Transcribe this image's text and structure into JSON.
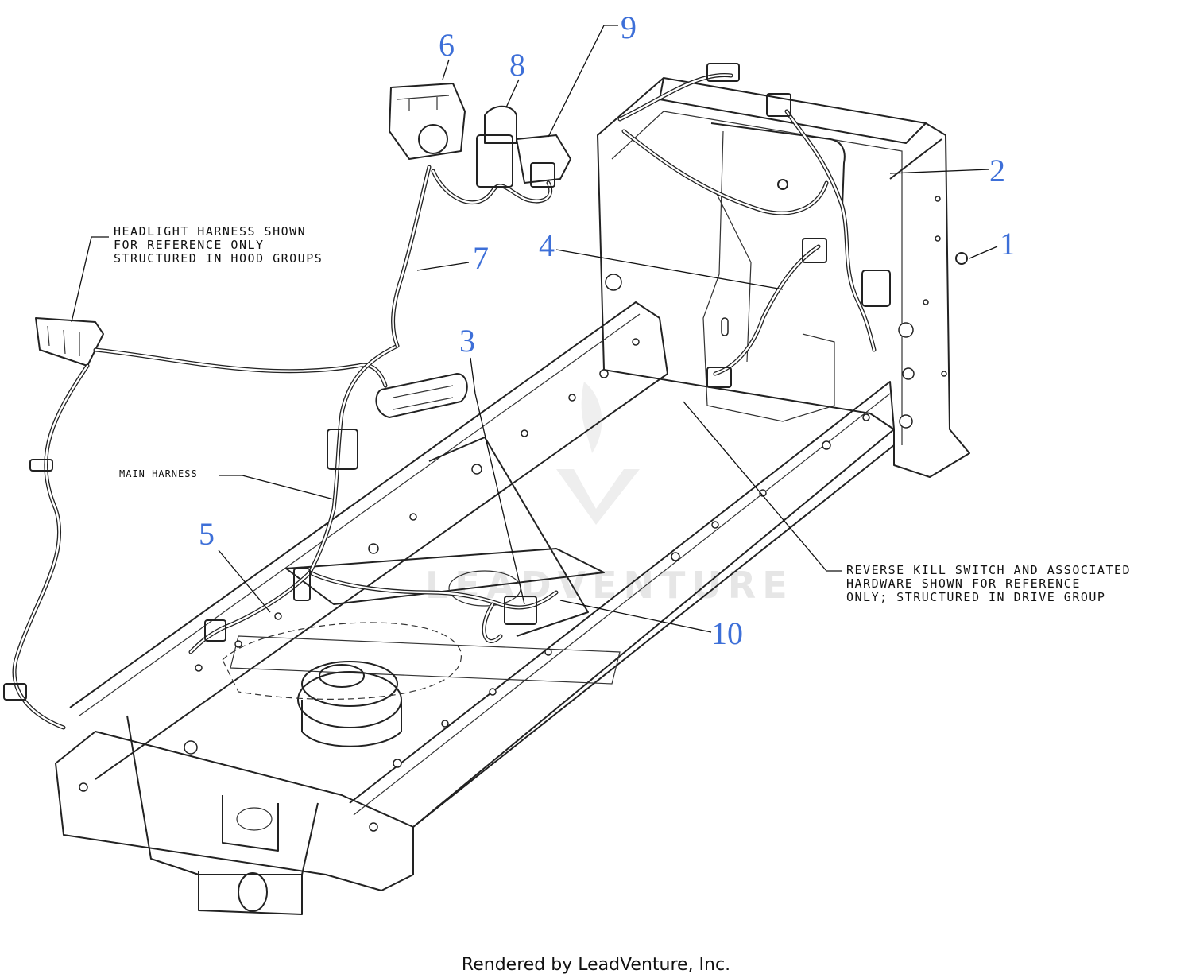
{
  "callouts": {
    "c1": "1",
    "c2": "2",
    "c3": "3",
    "c4": "4",
    "c5": "5",
    "c6": "6",
    "c7": "7",
    "c8": "8",
    "c9": "9",
    "c10": "10"
  },
  "notes": {
    "headlight": {
      "line1": "HEADLIGHT HARNESS SHOWN",
      "line2": "FOR REFERENCE ONLY",
      "line3": "STRUCTURED IN HOOD GROUPS"
    },
    "main_harness": "MAIN HARNESS",
    "reverse_kill": {
      "line1": "REVERSE KILL SWITCH AND ASSOCIATED",
      "line2": "HARDWARE SHOWN FOR REFERENCE",
      "line3": "ONLY; STRUCTURED IN DRIVE GROUP"
    }
  },
  "watermark": "LEADVENTURE",
  "footer": "Rendered by LeadVenture, Inc.",
  "colors": {
    "callout": "#3d6fd8",
    "line": "#222222",
    "watermark": "#e6e6e6"
  }
}
